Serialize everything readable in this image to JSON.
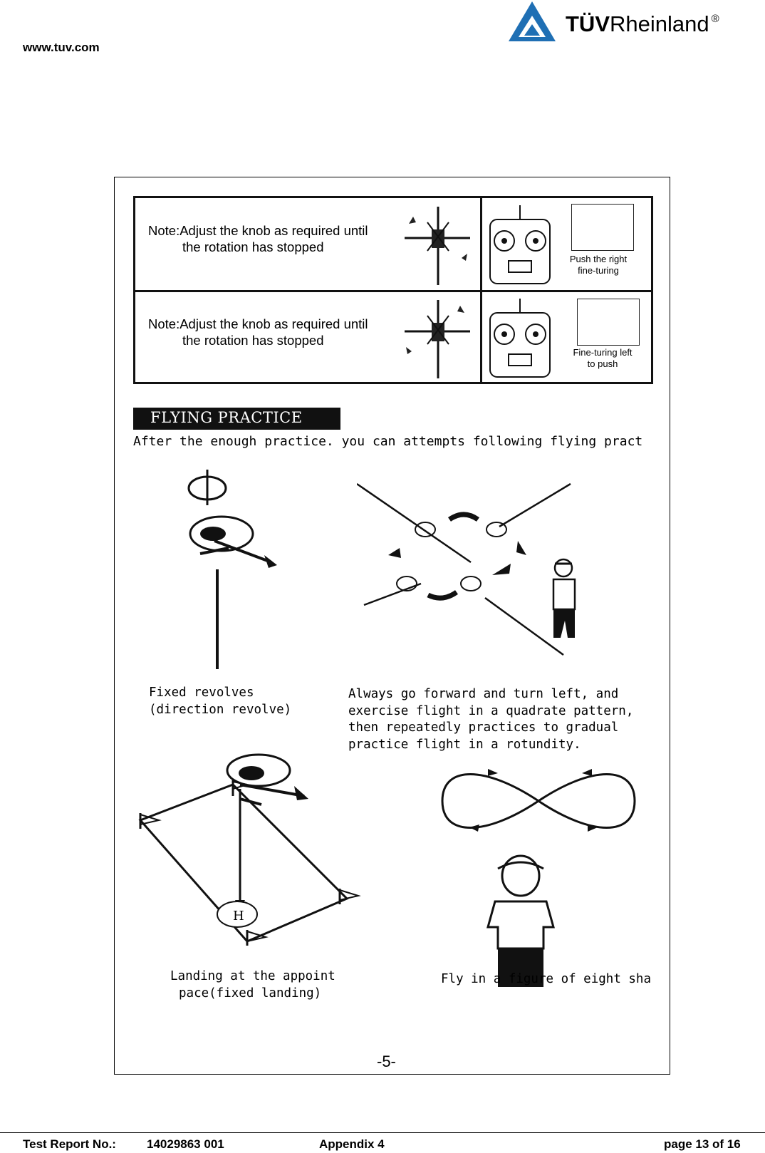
{
  "header": {
    "url": "www.tuv.com",
    "logo_bold": "TÜV",
    "logo_light": "Rheinland",
    "logo_registered": "®"
  },
  "colors": {
    "logo_triangle": "#1f6fb4",
    "ink": "#111111"
  },
  "notes": [
    {
      "line1": "Note:Adjust the knob as required until",
      "line2": "the rotation has stopped",
      "caption_line1": "Push the right",
      "caption_line2": "fine-turing",
      "icon": "helicopter-rotating-left-icon"
    },
    {
      "line1": "Note:Adjust the knob as required until",
      "line2": "the rotation has stopped",
      "caption_line1": "Fine-turing left",
      "caption_line2": "to push",
      "icon": "helicopter-rotating-right-icon"
    }
  ],
  "practice": {
    "title": "FLYING PRACTICE",
    "intro": "After the enough practice. you can attempts following flying pract",
    "fixed_line1": "Fixed revolves",
    "fixed_line2": "(direction revolve)",
    "always_line1": "Always go forward and turn left, and",
    "always_line2": "exercise flight in a quadrate pattern,",
    "always_line3": "then repeatedly practices to gradual",
    "always_line4": "practice flight in a rotundity.",
    "landing_line1": "Landing at the appoint",
    "landing_line2": "pace(fixed landing)",
    "eight_line1": "Fly in a figure of eight sha",
    "pad_letter": "H"
  },
  "page_number": "-5-",
  "footer": {
    "report_label": "Test Report No.:",
    "report_number": "14029863 001",
    "appendix": "Appendix 4",
    "page": "page 13 of 16"
  }
}
